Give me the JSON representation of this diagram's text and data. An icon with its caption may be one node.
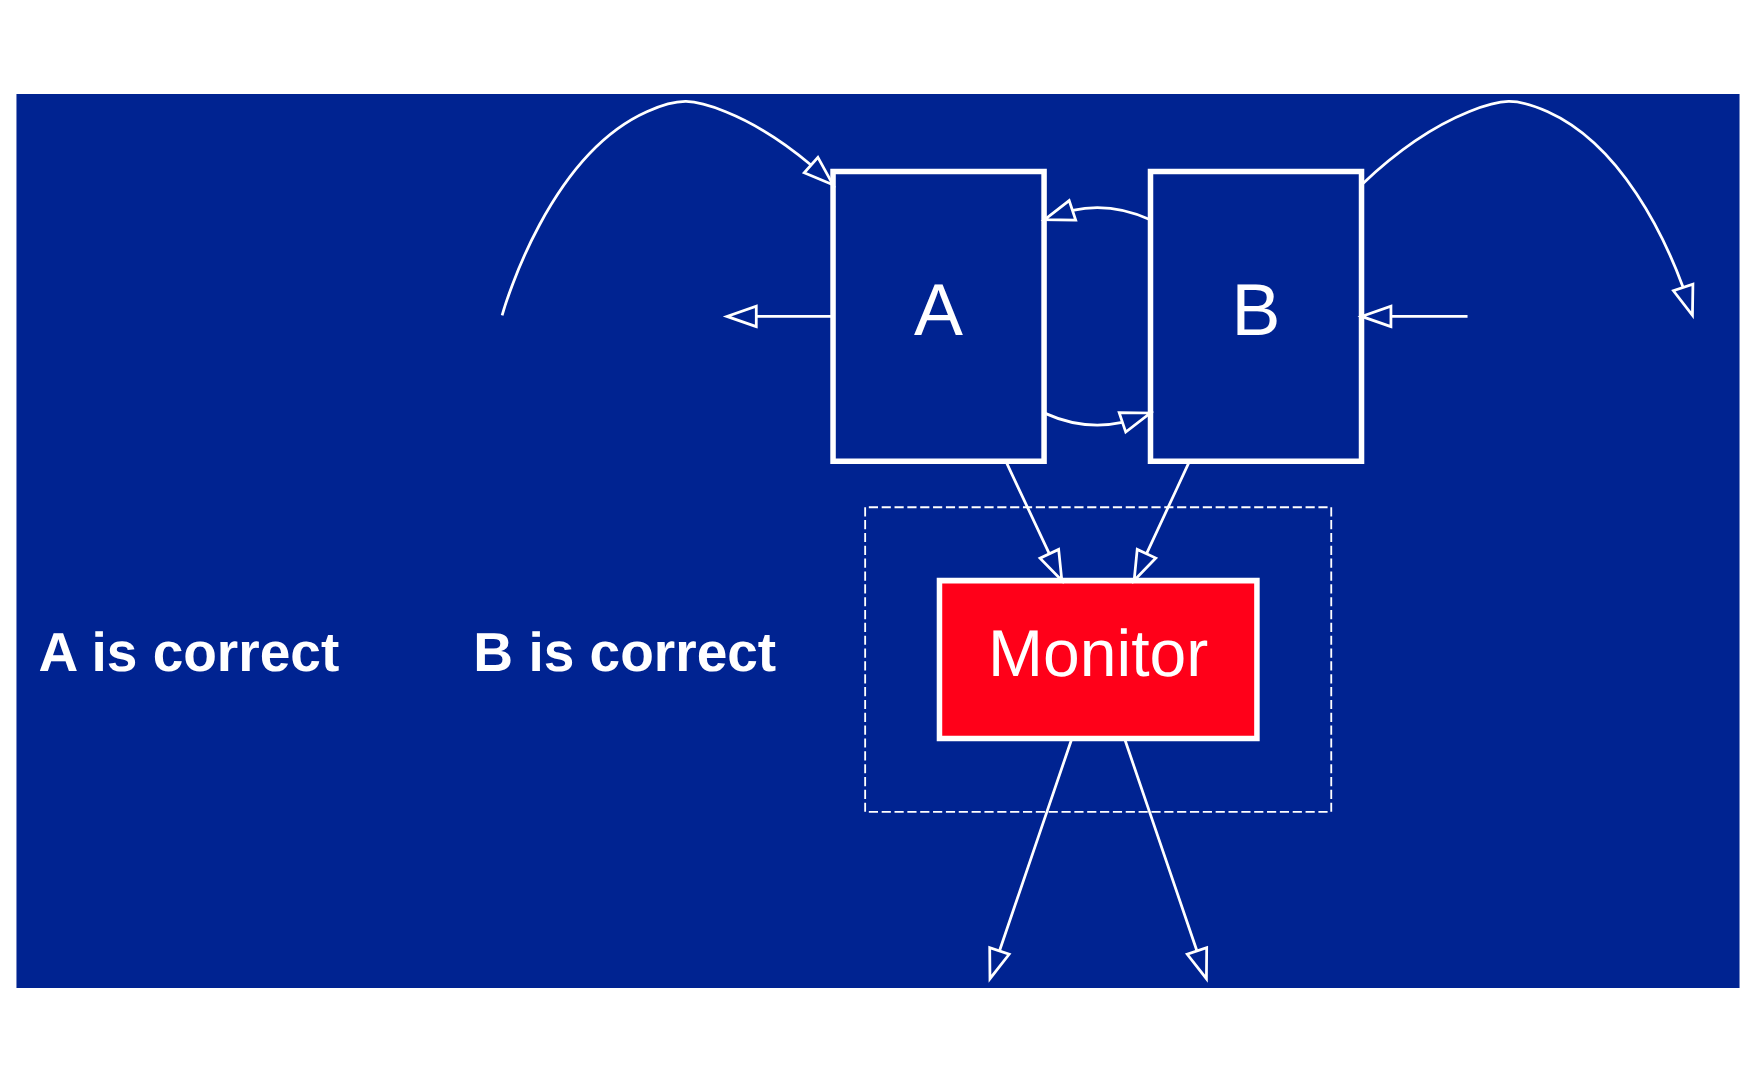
{
  "diagram": {
    "nodes": [
      {
        "text": [
          "A"
        ]
      },
      {
        "text": [
          "B"
        ]
      },
      {
        "text": [],
        "shape": "box"
      },
      {
        "text": [
          "Monitor"
        ],
        "in": 2
      }
    ],
    "edges": [
      {
        "from": null,
        "to": 0,
        "arrow": "to"
      },
      {
        "from": 0,
        "to": null,
        "arrow": "to"
      },
      {
        "from": 0,
        "to": 1,
        "arrow": "to"
      },
      {
        "from": 1,
        "to": 0,
        "arrow": "to"
      },
      {
        "from": 1,
        "to": null,
        "arrow": "to"
      },
      {
        "from": null,
        "to": 1,
        "arrow": "to"
      },
      {
        "from": 1,
        "to": 3,
        "arrow": "to"
      },
      {
        "from": 0,
        "to": 3,
        "arrow": "to"
      },
      {
        "from": 3,
        "to": null,
        "arrow": "to"
      },
      {
        "from": 3,
        "to": null,
        "arrow": "to"
      }
    ],
    "labels": [
      "A is correct",
      "B is correct"
    ]
  }
}
